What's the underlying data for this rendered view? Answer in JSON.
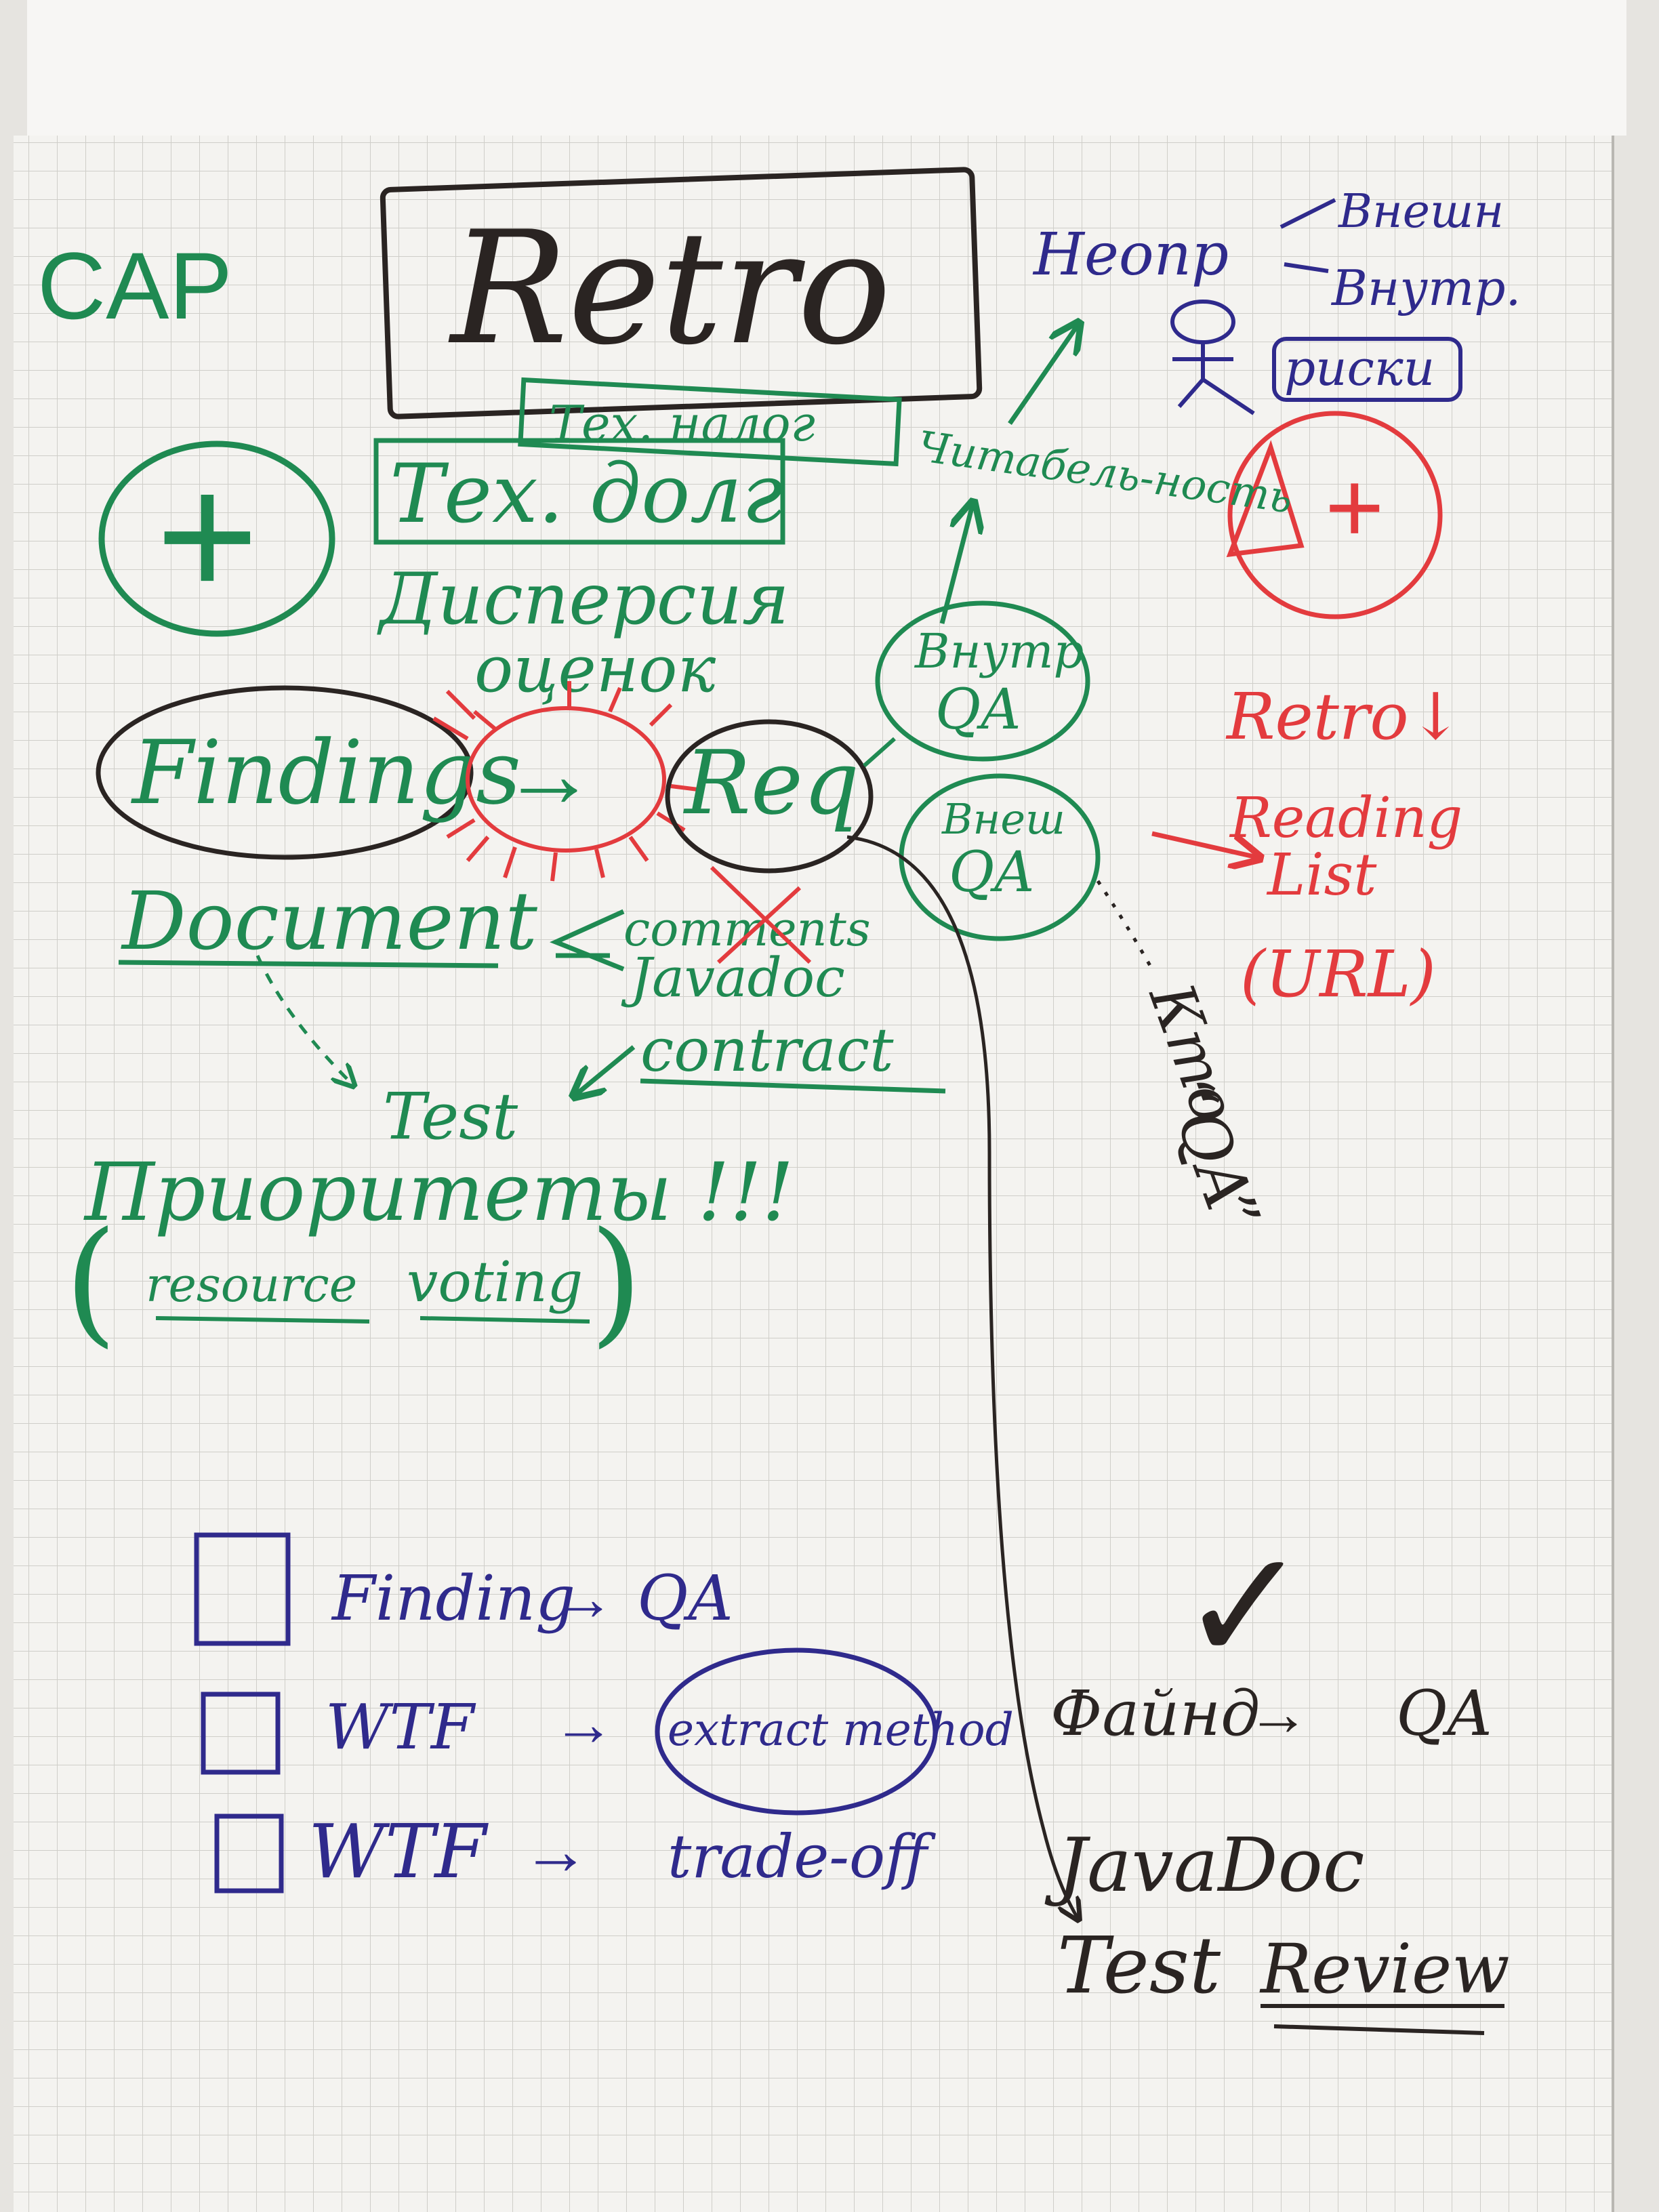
{
  "colors": {
    "green": "#1f8a52",
    "black": "#2a2422",
    "red": "#e33b3e",
    "blue": "#2f2a8c",
    "paper": "#f4f3f0",
    "grid": "#c9c8c4"
  },
  "header": {
    "cap": "CAP",
    "title": "Retro"
  },
  "top_right": {
    "neopr": "Неопр",
    "vneshn": "Внешн",
    "vnutr": "Внутр.",
    "riski": "риски"
  },
  "left_column": {
    "plus_symbol": "+",
    "tech_debt_box": "Тех. налог",
    "tech_debt": "Тех. долг",
    "chitabelnost": "Читабель-ность",
    "dispersion_line1": "Дисперсия",
    "dispersion_line2": "оценок",
    "findings": "Findings",
    "arrow": "→",
    "req": "Req",
    "vnutr_qa_line1": "Внутр",
    "vnutr_qa_line2": "QA",
    "vnesh_qa_line1": "Внеш",
    "vnesh_qa_line2": "QA",
    "document": "Document",
    "comments": "comments",
    "javadoc": "Javadoc",
    "contract": "contract",
    "test": "Test",
    "priorities": "Приоритеты !!!",
    "resource": "resource",
    "voting": "voting"
  },
  "delta": {
    "delta_symbol": "Δ",
    "plus": "+"
  },
  "right_red": {
    "retro_down": "Retro↓",
    "reading": "Reading",
    "list": "List",
    "url": "(URL)"
  },
  "kto_qa": {
    "kto": "Кто",
    "qa": "“QA”"
  },
  "checklist": {
    "items": [
      {
        "left": "Finding",
        "arrow": "→",
        "right": "QA"
      },
      {
        "left": "WTF",
        "arrow": "→",
        "right": "extract method"
      },
      {
        "left": "WTF",
        "arrow": "→",
        "right": "trade-off"
      }
    ]
  },
  "done": {
    "check": "✓",
    "line1_left": "Файнд",
    "line1_arrow": "→",
    "line1_right": "QA",
    "javadoc": "JavaDoc",
    "test": "Test",
    "review": "Review"
  }
}
